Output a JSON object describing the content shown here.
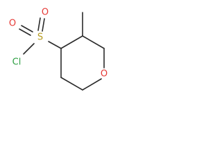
{
  "molecule": {
    "atoms": {
      "cl": {
        "label": "Cl",
        "color": "#2e9f43"
      },
      "s": {
        "label": "S",
        "color": "#b59a1e"
      },
      "o_top": {
        "label": "O",
        "color": "#e53935"
      },
      "o_left": {
        "label": "O",
        "color": "#e53935"
      },
      "o_ring": {
        "label": "O",
        "color": "#e53935"
      }
    },
    "bond_color": "#2a2a2a"
  }
}
